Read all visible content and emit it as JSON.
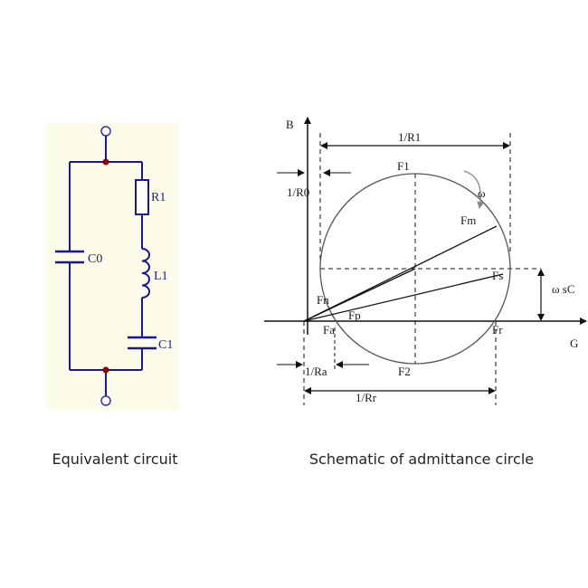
{
  "colors": {
    "wire": "#1515a0",
    "panel_bg": "#fdfce8",
    "node": "#8b0000",
    "terminal": "#3030c8"
  },
  "circuit": {
    "caption": "Equivalent circuit",
    "labels": {
      "c0": "C0",
      "r1": "R1",
      "l1": "L1",
      "c1": "C1"
    }
  },
  "admittance": {
    "caption": "Schematic of admittance circle",
    "axis_b": "B",
    "axis_g": "G",
    "labels": {
      "one_over_r1": "1/R1",
      "one_over_r0": "1/R0",
      "f1": "F1",
      "omega": "ω",
      "fm": "Fm",
      "fs": "Fs",
      "omega_sc": "ω sC",
      "fn": "Fn",
      "fp": "Fp",
      "fa": "Fa",
      "fr": "Fr",
      "f2": "F2",
      "one_over_ra": "1/Ra",
      "one_over_rr": "1/Rr"
    }
  }
}
